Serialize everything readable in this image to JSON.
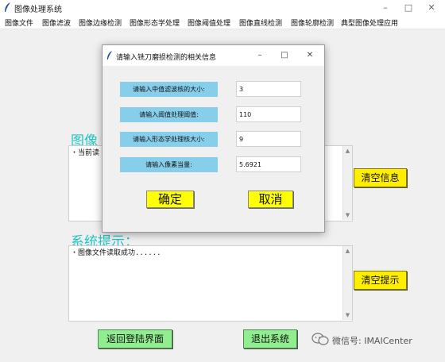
{
  "window": {
    "title": "图像处理系统",
    "minimize": "–",
    "maximize": "□",
    "close": "✕"
  },
  "menu": [
    "图像文件",
    "图像滤波",
    "图像边缘检测",
    "图像形态学处理",
    "图像阈值处理",
    "图像直线检测",
    "图像轮廓检测",
    "典型图像处理应用"
  ],
  "info_section": {
    "heading": "图像",
    "text": "・当前读"
  },
  "tips_section": {
    "heading": "系统提示：",
    "text": "・图像文件读取成功......"
  },
  "buttons": {
    "clear_info": "清空信息",
    "clear_tips": "清空提示",
    "back_login": "返回登陆界面",
    "exit": "退出系统"
  },
  "watermark": "微信号: IMAICenter",
  "dialog": {
    "title": "请输入铣刀磨损检测的相关信息",
    "minimize": "–",
    "maximize": "□",
    "close": "✕",
    "fields": [
      {
        "label": "请输入中值滤波核的大小:",
        "value": "3"
      },
      {
        "label": "请输入阈值处理阈值:",
        "value": "110"
      },
      {
        "label": "请输入形态学处理核大小:",
        "value": "9"
      },
      {
        "label": "请输入像素当量:",
        "value": "5.6921"
      }
    ],
    "ok": "确定",
    "cancel": "取消"
  },
  "colors": {
    "heading": "#23c4c4",
    "yellow_button": "#ffee00",
    "green_button": "#90ee90",
    "label_bg": "#87ceeb"
  }
}
